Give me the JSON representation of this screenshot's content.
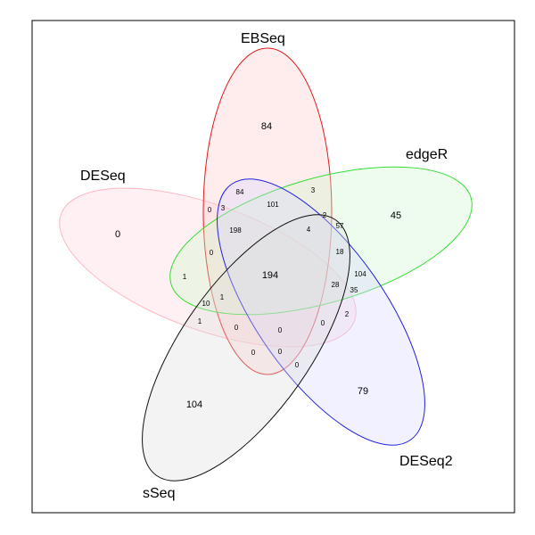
{
  "sets": [
    {
      "id": "ebseq",
      "label": "EBSeq",
      "stroke": "#e31a1c",
      "fill": "#ffdede"
    },
    {
      "id": "deseq",
      "label": "DESeq",
      "stroke": "#ffb6c1",
      "fill": "#fff0f2"
    },
    {
      "id": "edger",
      "label": "edgeR",
      "stroke": "#33dd33",
      "fill": "#e4fbe4"
    },
    {
      "id": "deseq2",
      "label": "DESeq2",
      "stroke": "#2222dd",
      "fill": "#ebebff"
    },
    {
      "id": "sseq",
      "label": "sSeq",
      "stroke": "#111111",
      "fill": "#eeeeee"
    }
  ],
  "regions": [
    {
      "id": "only-ebseq",
      "value": "84"
    },
    {
      "id": "only-deseq",
      "value": "0"
    },
    {
      "id": "only-edger",
      "value": "45"
    },
    {
      "id": "only-deseq2",
      "value": "79"
    },
    {
      "id": "only-sseq",
      "value": "104"
    },
    {
      "id": "all-five",
      "value": "194"
    },
    {
      "id": "r-84",
      "value": "84"
    },
    {
      "id": "r-101",
      "value": "101"
    },
    {
      "id": "r-3a",
      "value": "3"
    },
    {
      "id": "r-0a",
      "value": "0"
    },
    {
      "id": "r-3b",
      "value": "3"
    },
    {
      "id": "r-198",
      "value": "198"
    },
    {
      "id": "r-2a",
      "value": "2"
    },
    {
      "id": "r-4",
      "value": "4"
    },
    {
      "id": "r-57",
      "value": "57"
    },
    {
      "id": "r-0b",
      "value": "0"
    },
    {
      "id": "r-18",
      "value": "18"
    },
    {
      "id": "r-1a",
      "value": "1"
    },
    {
      "id": "r-104",
      "value": "104"
    },
    {
      "id": "r-28",
      "value": "28"
    },
    {
      "id": "r-35",
      "value": "35"
    },
    {
      "id": "r-1b",
      "value": "1"
    },
    {
      "id": "r-10",
      "value": "10"
    },
    {
      "id": "r-2b",
      "value": "2"
    },
    {
      "id": "r-1c",
      "value": "1"
    },
    {
      "id": "r-0c",
      "value": "0"
    },
    {
      "id": "r-0d",
      "value": "0"
    },
    {
      "id": "r-0e",
      "value": "0"
    },
    {
      "id": "r-0f",
      "value": "0"
    },
    {
      "id": "r-0g",
      "value": "0"
    },
    {
      "id": "r-0h",
      "value": "0"
    }
  ]
}
